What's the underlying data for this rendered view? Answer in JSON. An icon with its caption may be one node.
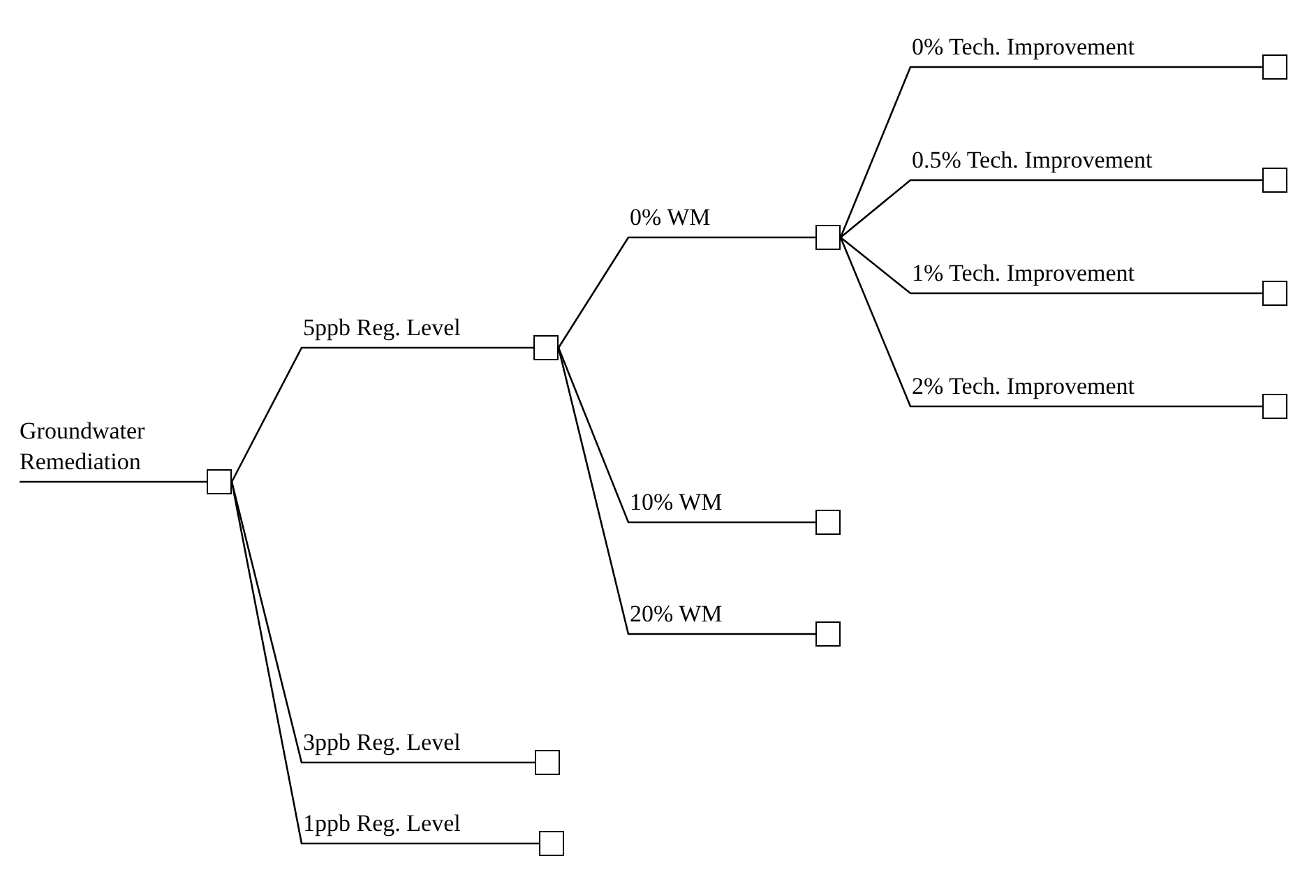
{
  "diagram": {
    "nodes": [
      {
        "text": [],
        "shape": "box"
      },
      {
        "text": [],
        "shape": "box"
      },
      {
        "text": [],
        "shape": "box"
      },
      {
        "text": [],
        "shape": "box"
      },
      {
        "text": [],
        "shape": "box"
      },
      {
        "text": [],
        "shape": "box"
      },
      {
        "text": [],
        "shape": "box"
      },
      {
        "text": [],
        "shape": "box"
      },
      {
        "text": [],
        "shape": "box"
      },
      {
        "text": [],
        "shape": "box"
      },
      {
        "text": [],
        "shape": "box"
      }
    ],
    "edges": [
      {
        "from": null,
        "to": 0,
        "arrow": "none",
        "label": "Groundwater Remediation"
      },
      {
        "from": 0,
        "to": 1,
        "arrow": "none",
        "label": "5ppb Reg. Level"
      },
      {
        "from": 0,
        "to": 2,
        "arrow": "none",
        "label": "3ppb Reg. Level"
      },
      {
        "from": 0,
        "to": 3,
        "arrow": "none",
        "label": "1ppb Reg. Level"
      },
      {
        "from": 1,
        "to": 4,
        "arrow": "none",
        "label": "0% WM"
      },
      {
        "from": 1,
        "to": 5,
        "arrow": "none",
        "label": "10% WM"
      },
      {
        "from": 1,
        "to": 6,
        "arrow": "none",
        "label": "20% WM"
      },
      {
        "from": 4,
        "to": 7,
        "arrow": "none",
        "label": "0% Tech. Improvement"
      },
      {
        "from": 4,
        "to": 8,
        "arrow": "none",
        "label": "0.5% Tech. Improvement"
      },
      {
        "from": 4,
        "to": 9,
        "arrow": "none",
        "label": "1% Tech. Improvement"
      },
      {
        "from": 4,
        "to": 10,
        "arrow": "none",
        "label": "2% Tech. Improvement"
      }
    ]
  }
}
